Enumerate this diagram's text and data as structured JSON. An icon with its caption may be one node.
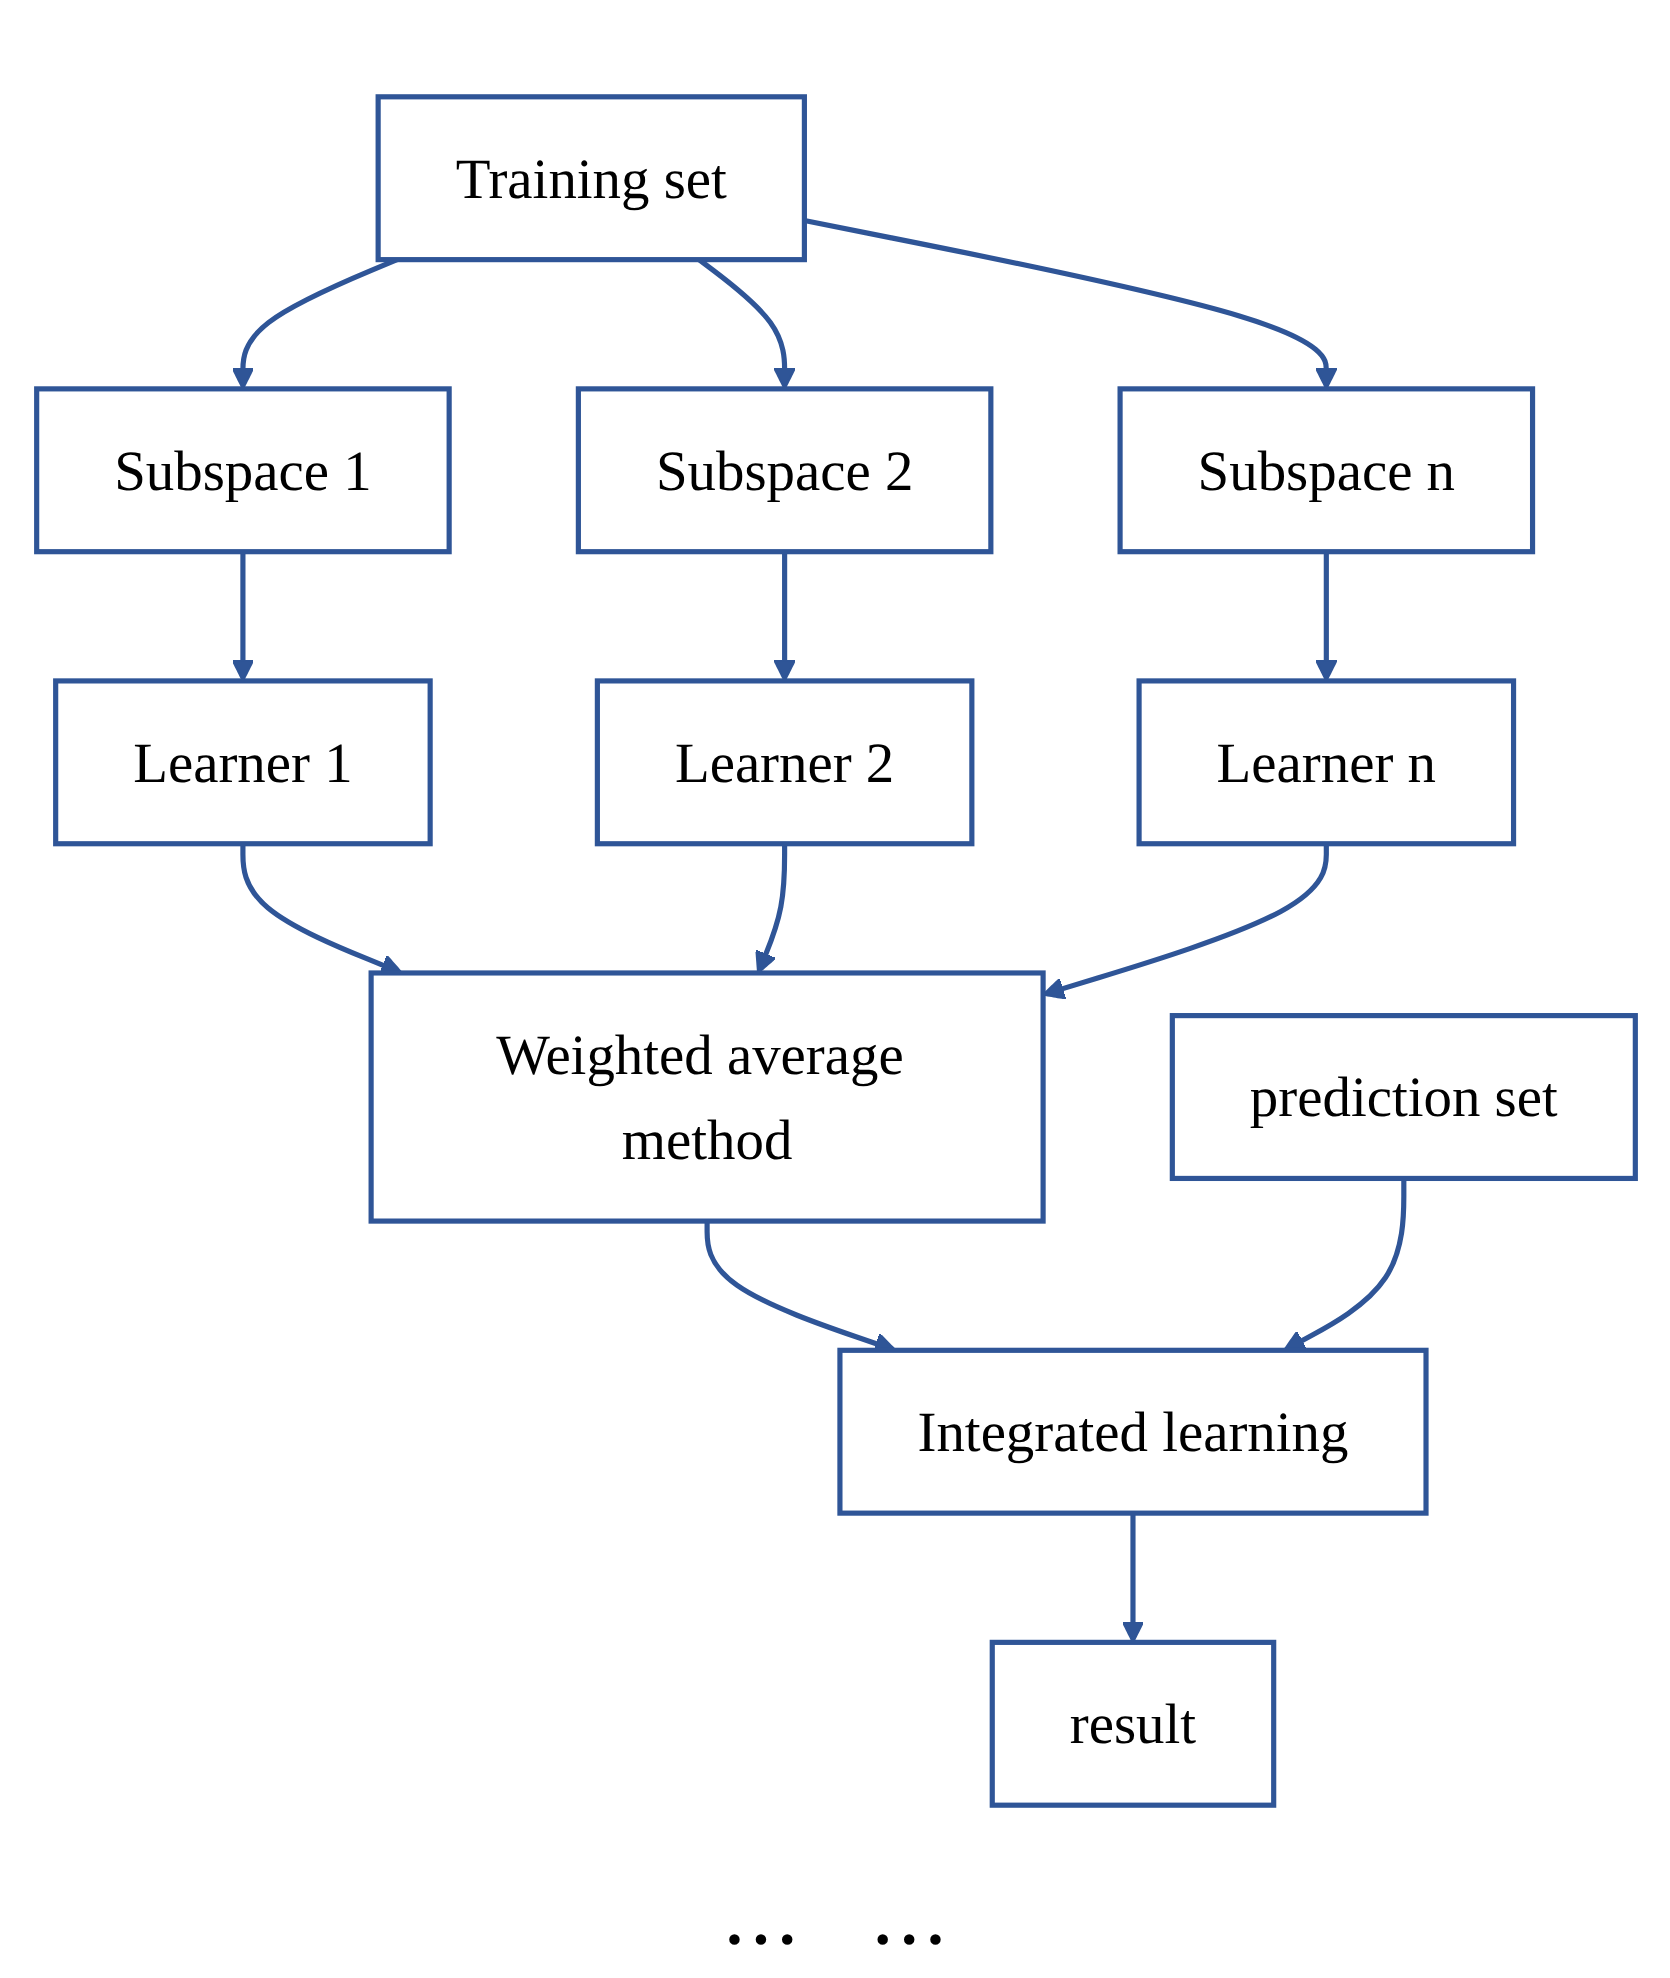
{
  "diagram": {
    "nodes": [
      {
        "text": [
          "Training set"
        ]
      },
      {
        "text": [
          "Subspace 1"
        ]
      },
      {
        "text": [
          "Subspace 2"
        ]
      },
      {
        "text": [
          "Subspace n"
        ]
      },
      {
        "text": [
          "Learner 1"
        ]
      },
      {
        "text": [
          "Learner 2"
        ]
      },
      {
        "text": [
          "Learner n"
        ]
      },
      {
        "text": [
          "Weighted average method"
        ]
      },
      {
        "text": [
          "Integrated learning"
        ]
      },
      {
        "text": [
          "prediction set"
        ]
      },
      {
        "text": [
          "result"
        ]
      }
    ],
    "edges": [
      {
        "from": 0,
        "to": 1,
        "arrow": "to"
      },
      {
        "from": 0,
        "to": 2,
        "arrow": "to"
      },
      {
        "from": 0,
        "to": 3,
        "arrow": "to"
      },
      {
        "from": 1,
        "to": 4,
        "arrow": "to"
      },
      {
        "from": 2,
        "to": 5,
        "arrow": "to"
      },
      {
        "from": 3,
        "to": 6,
        "arrow": "to"
      },
      {
        "from": 4,
        "to": 7,
        "arrow": "to"
      },
      {
        "from": 5,
        "to": 7,
        "arrow": "to"
      },
      {
        "from": 6,
        "to": 7,
        "arrow": "to"
      },
      {
        "from": 7,
        "to": 8,
        "arrow": "to"
      },
      {
        "from": 9,
        "to": 8,
        "arrow": "to"
      },
      {
        "from": 8,
        "to": 10,
        "arrow": "to"
      }
    ],
    "labels": [
      "• • •",
      "• • •"
    ]
  }
}
